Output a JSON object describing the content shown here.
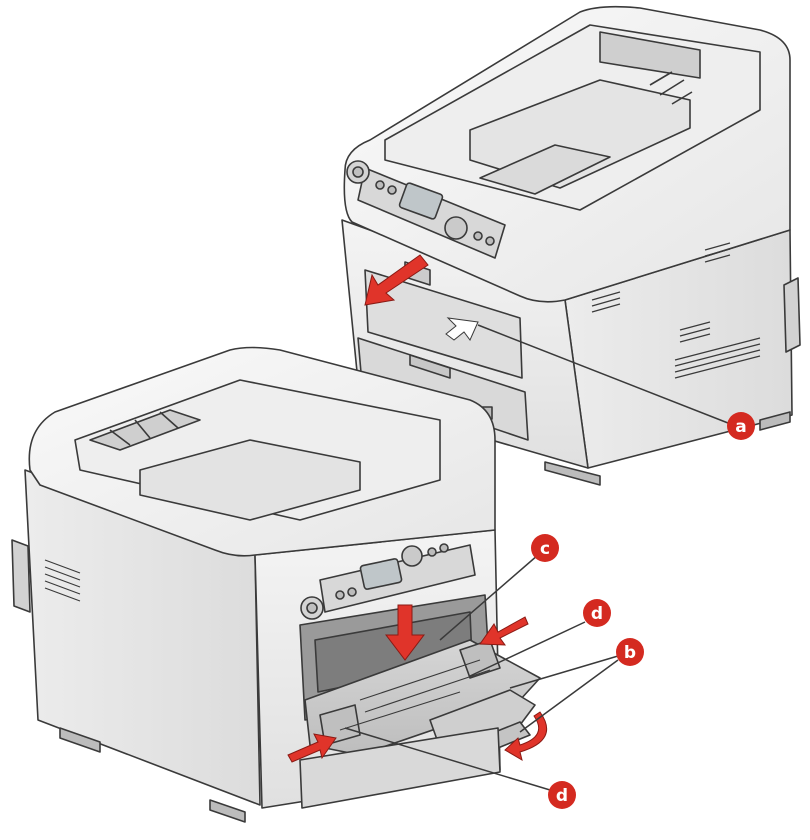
{
  "colors": {
    "callout": "#d42a20",
    "arrow": "#e0342a",
    "outline": "#3a3a3a",
    "body_light": "#f3f3f3",
    "body_mid": "#e2e2e2",
    "body_dark": "#cfcfcf",
    "panel": "#dcdcdc"
  },
  "callouts": {
    "a": "a",
    "b": "b",
    "c": "c",
    "d_upper": "d",
    "d_lower": "d"
  },
  "icons": [
    "power-button-icon",
    "lcd-display-icon",
    "arrow-key-pad-icon",
    "release-arrow-icon",
    "push-arrow-icon",
    "rotate-arrow-icon"
  ]
}
